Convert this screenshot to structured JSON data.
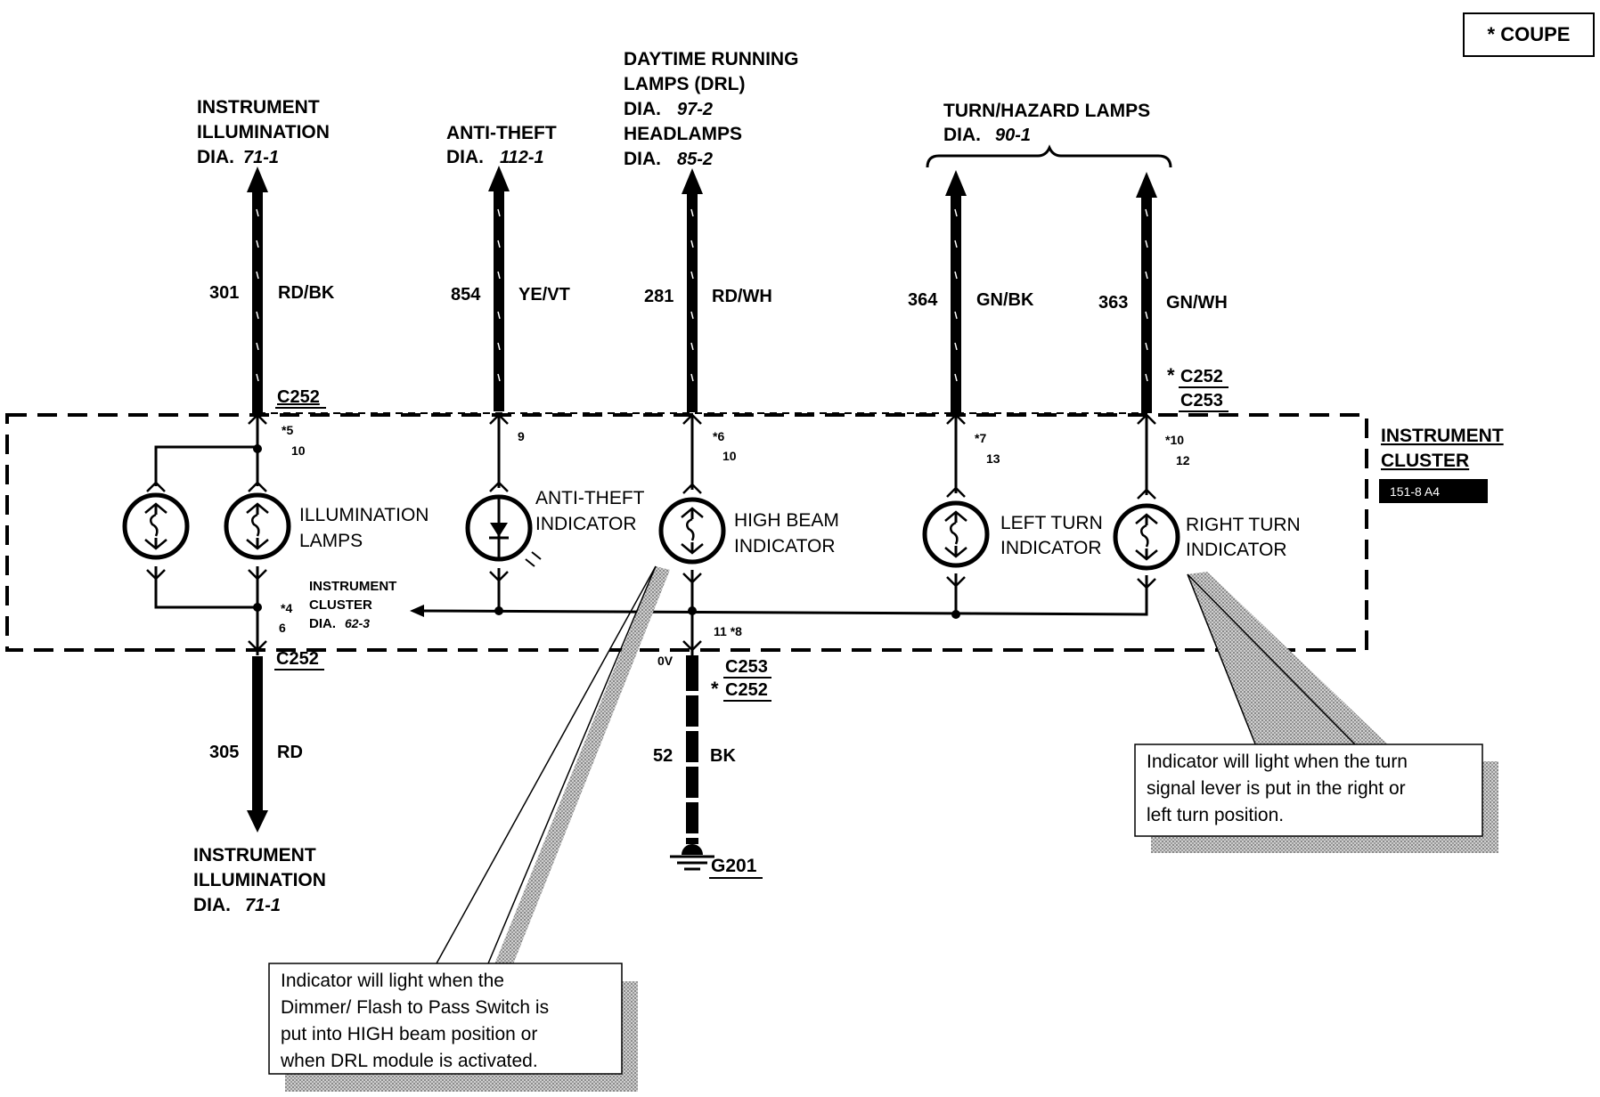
{
  "legend": {
    "coupe": "* COUPE"
  },
  "dest": {
    "illum_top": {
      "l1": "INSTRUMENT",
      "l2": "ILLUMINATION",
      "dia": "DIA.",
      "ref": "71-1"
    },
    "antitheft": {
      "l1": "ANTI-THEFT",
      "dia": "DIA.",
      "ref": "112-1"
    },
    "drl": {
      "l1": "DAYTIME RUNNING",
      "l2": "LAMPS (DRL)",
      "dia1": "DIA.",
      "ref1": "97-2",
      "l3": "HEADLAMPS",
      "dia2": "DIA.",
      "ref2": "85-2"
    },
    "turn": {
      "l1": "TURN/HAZARD LAMPS",
      "dia": "DIA.",
      "ref": "90-1"
    },
    "illum_bottom": {
      "l1": "INSTRUMENT",
      "l2": "ILLUMINATION",
      "dia": "DIA.",
      "ref": "71-1"
    }
  },
  "wires": {
    "w301": {
      "num": "301",
      "color": "RD/BK"
    },
    "w854": {
      "num": "854",
      "color": "YE/VT"
    },
    "w281": {
      "num": "281",
      "color": "RD/WH"
    },
    "w364": {
      "num": "364",
      "color": "GN/BK"
    },
    "w363": {
      "num": "363",
      "color": "GN/WH"
    },
    "w305": {
      "num": "305",
      "color": "RD"
    },
    "w52": {
      "num": "52",
      "color": "BK"
    }
  },
  "connectors": {
    "c252_top": "C252",
    "c252_right": "C252",
    "c253_right": "C253",
    "c252_bottom": "C252",
    "c253_ground": "C253",
    "c252_ground": "C252",
    "star": "*",
    "g201": "G201",
    "ov": "0V"
  },
  "pins": {
    "p1a": "*5",
    "p1b": "10",
    "p2a": "9",
    "p3a": "*6",
    "p3b": "10",
    "p4a": "*7",
    "p4b": "13",
    "p5a": "*10",
    "p5b": "12",
    "p6a": "*4",
    "p6b": "6",
    "p7": "11 *8"
  },
  "cluster": {
    "l1": "INSTRUMENT",
    "l2": "CLUSTER",
    "ref": "151-8 A4"
  },
  "components": {
    "illum_lamps": {
      "l1": "ILLUMINATION",
      "l2": "LAMPS"
    },
    "antitheft_ind": {
      "l1": "ANTI-THEFT",
      "l2": "INDICATOR"
    },
    "highbeam_ind": {
      "l1": "HIGH BEAM",
      "l2": "INDICATOR"
    },
    "leftturn_ind": {
      "l1": "LEFT TURN",
      "l2": "INDICATOR"
    },
    "rightturn_ind": {
      "l1": "RIGHT TURN",
      "l2": "INDICATOR"
    },
    "cluster_ref": {
      "l1": "INSTRUMENT",
      "l2": "CLUSTER",
      "dia": "DIA.",
      "ref": "62-3"
    }
  },
  "notes": {
    "turn": {
      "l1": "Indicator will light when the turn",
      "l2": "signal lever is put in the right or",
      "l3": "left turn position."
    },
    "highbeam": {
      "l1": "Indicator will light when the",
      "l2": "Dimmer/ Flash to Pass Switch is",
      "l3": "put into HIGH beam position or",
      "l4": "when DRL module is activated."
    }
  }
}
